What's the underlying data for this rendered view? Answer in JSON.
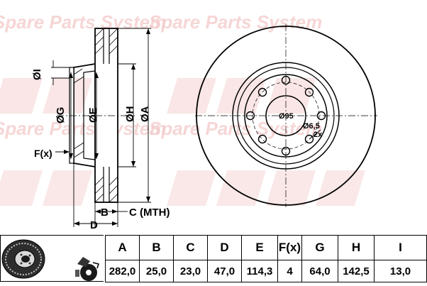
{
  "watermark": {
    "lines": [
      "Spare Parts System",
      "Spare Parts System",
      "Spare Parts System",
      "Spare Parts System"
    ]
  },
  "side_labels": {
    "I": "ØI",
    "G": "ØG",
    "E": "ØE",
    "H": "ØH",
    "A": "ØA",
    "F": "F(x)",
    "B": "B",
    "C": "C (MTH)",
    "D": "D"
  },
  "front_labels": {
    "pcd": "Ø95",
    "hole": "Ø6,5",
    "hole_count": "2x"
  },
  "specs": {
    "headers": [
      "A",
      "B",
      "C",
      "D",
      "E",
      "F(x)",
      "G",
      "H",
      "I"
    ],
    "values": [
      "282,0",
      "25,0",
      "23,0",
      "47,0",
      "114,3",
      "4",
      "64,0",
      "142,5",
      "13,0"
    ]
  }
}
